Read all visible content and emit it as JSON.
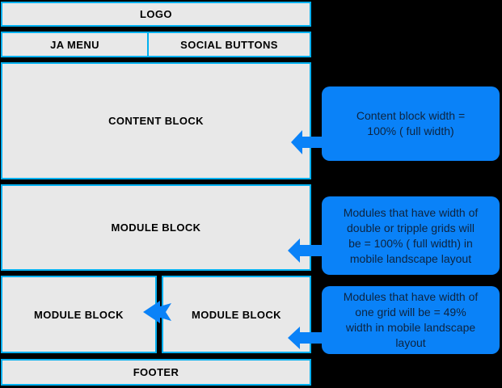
{
  "diagram": {
    "blocks": {
      "logo": {
        "label": "LOGO"
      },
      "ja_menu": {
        "label": "JA MENU"
      },
      "social_buttons": {
        "label": "SOCIAL BUTTONS"
      },
      "content": {
        "label": "CONTENT BLOCK"
      },
      "module_full": {
        "label": "MODULE BLOCK"
      },
      "module_left": {
        "label": "MODULE BLOCK"
      },
      "module_right": {
        "label": "MODULE BLOCK"
      },
      "footer": {
        "label": "FOOTER"
      }
    },
    "callouts": {
      "content_width": {
        "text": "Content block width =\n100% ( full width)"
      },
      "module_full_width": {
        "text": "Modules that have width of\ndouble or tripple grids will\nbe = 100% ( full width) in\nmobile landscape layout"
      },
      "module_grid_width": {
        "text": "Modules that have width of\none grid will be = 49%\nwidth in mobile landscape\nlayout"
      }
    },
    "colors": {
      "background": "#000000",
      "block_fill": "#e8e8e8",
      "block_border": "#00b0f0",
      "block_text": "#000000",
      "callout_fill": "#0a82f8",
      "callout_text": "#0d2440",
      "arrow_fill": "#0a82f8"
    }
  }
}
